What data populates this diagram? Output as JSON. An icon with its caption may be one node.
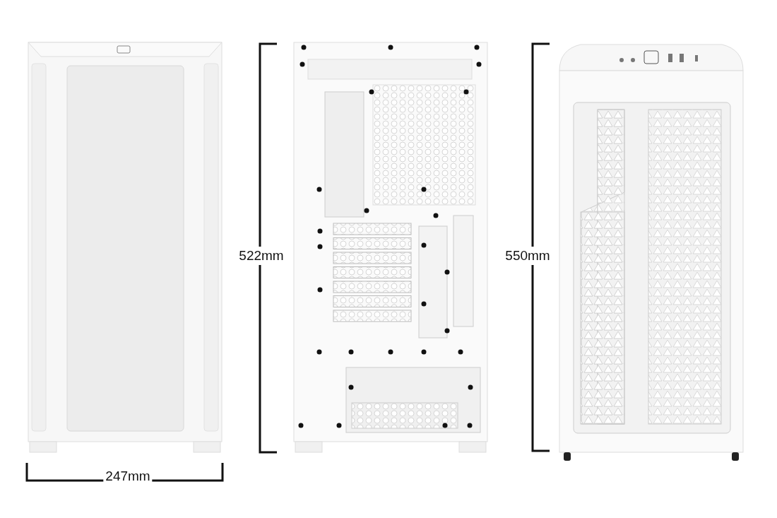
{
  "diagram": {
    "labels": [
      "522mm",
      "550mm",
      "247mm"
    ]
  }
}
